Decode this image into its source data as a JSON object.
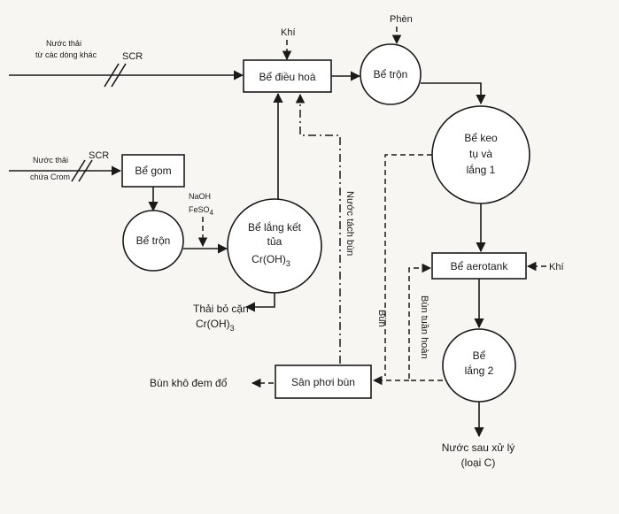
{
  "labels": {
    "nuoc_thai_khac_1": "Nước thải",
    "nuoc_thai_khac_2": "từ các dòng khác",
    "scr": "SCR",
    "nuoc_thai_crom_1": "Nước thải",
    "nuoc_thai_crom_2": "chứa Crom",
    "khi": "Khí",
    "phen": "Phèn",
    "be_dieu_hoa": "Bể điều hoà",
    "be_tron": "Bể trộn",
    "be_keo_1": "Bể keo",
    "be_keo_2": "tụ và",
    "be_keo_3": "lắng 1",
    "be_gom": "Bể gom",
    "naoh": "NaOH",
    "feso4": "FeSO",
    "sub4": "4",
    "be_lang_ket_1": "Bể lắng kết",
    "be_lang_ket_2": "tủa",
    "be_lang_ket_3": "Cr(OH)",
    "sub3": "3",
    "nuoc_tach_bun": "Nước tách bùn",
    "be_aerotank": "Bể aerotank",
    "bun": "Bùn",
    "bun_tuan_hoan": "Bùn tuần hoàn",
    "thai_bo_can_1": "Thải bỏ cặn",
    "thai_bo_can_2": "Cr(OH)",
    "be_lang_2_1": "Bể",
    "be_lang_2_2": "lắng 2",
    "san_phoi_bun": "Sân phơi bùn",
    "bun_kho": "Bùn khô đem đổ",
    "nuoc_sau_xu_ly_1": "Nước sau xử lý",
    "nuoc_sau_xu_ly_2": "(loại C)"
  }
}
